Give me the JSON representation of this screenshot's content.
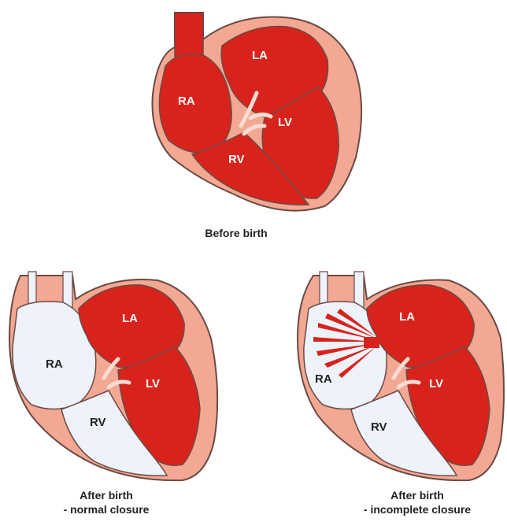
{
  "colors": {
    "blood_red": "#d8231c",
    "wall_pink": "#f2a892",
    "outline": "#6b4a44",
    "deoxy_pale": "#eef2fb",
    "label_light": "#ffffff",
    "label_dark": "#222222"
  },
  "panels": {
    "before": {
      "labels": {
        "ra": "RA",
        "la": "LA",
        "lv": "LV",
        "rv": "RV"
      },
      "caption": "Before birth"
    },
    "normal": {
      "labels": {
        "ra": "RA",
        "la": "LA",
        "lv": "LV",
        "rv": "RV"
      },
      "caption_line1": "After birth",
      "caption_line2": "- normal closure"
    },
    "incomplete": {
      "labels": {
        "ra": "RA",
        "la": "LA",
        "lv": "LV",
        "rv": "RV"
      },
      "caption_line1": "After birth",
      "caption_line2": "- incomplete closure"
    }
  }
}
